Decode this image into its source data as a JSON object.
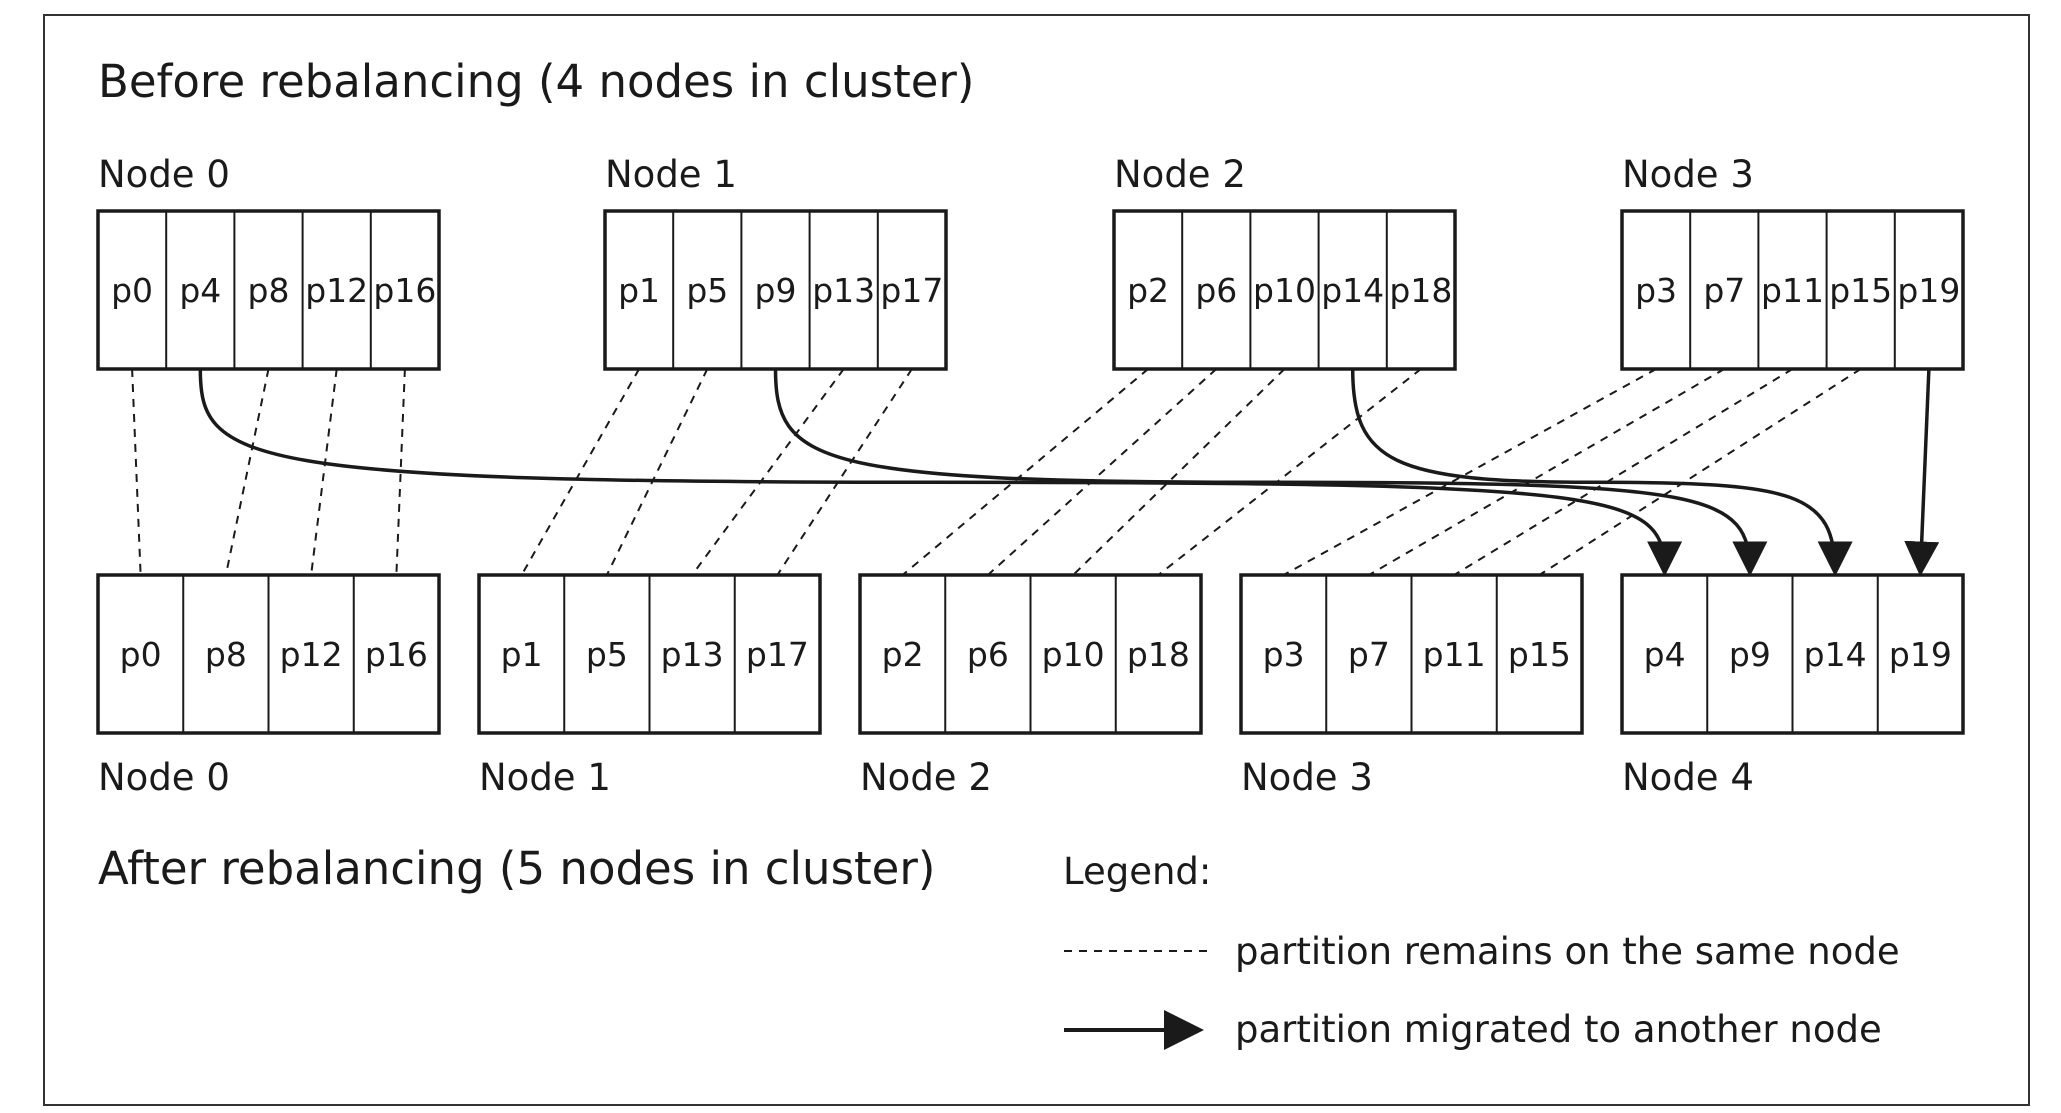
{
  "before": {
    "title": "Before rebalancing (4 nodes in cluster)",
    "nodes": [
      {
        "label": "Node 0",
        "partitions": [
          "p0",
          "p4",
          "p8",
          "p12",
          "p16"
        ]
      },
      {
        "label": "Node 1",
        "partitions": [
          "p1",
          "p5",
          "p9",
          "p13",
          "p17"
        ]
      },
      {
        "label": "Node 2",
        "partitions": [
          "p2",
          "p6",
          "p10",
          "p14",
          "p18"
        ]
      },
      {
        "label": "Node 3",
        "partitions": [
          "p3",
          "p7",
          "p11",
          "p15",
          "p19"
        ]
      }
    ]
  },
  "after": {
    "title": "After rebalancing (5 nodes in cluster)",
    "nodes": [
      {
        "label": "Node 0",
        "partitions": [
          "p0",
          "p8",
          "p12",
          "p16"
        ]
      },
      {
        "label": "Node 1",
        "partitions": [
          "p1",
          "p5",
          "p13",
          "p17"
        ]
      },
      {
        "label": "Node 2",
        "partitions": [
          "p2",
          "p6",
          "p10",
          "p18"
        ]
      },
      {
        "label": "Node 3",
        "partitions": [
          "p3",
          "p7",
          "p11",
          "p15"
        ]
      },
      {
        "label": "Node 4",
        "partitions": [
          "p4",
          "p9",
          "p14",
          "p19"
        ]
      }
    ]
  },
  "legend": {
    "title": "Legend:",
    "items": [
      {
        "style": "dashed",
        "label": "partition remains on the same node"
      },
      {
        "style": "arrow",
        "label": "partition migrated to another node"
      }
    ]
  }
}
